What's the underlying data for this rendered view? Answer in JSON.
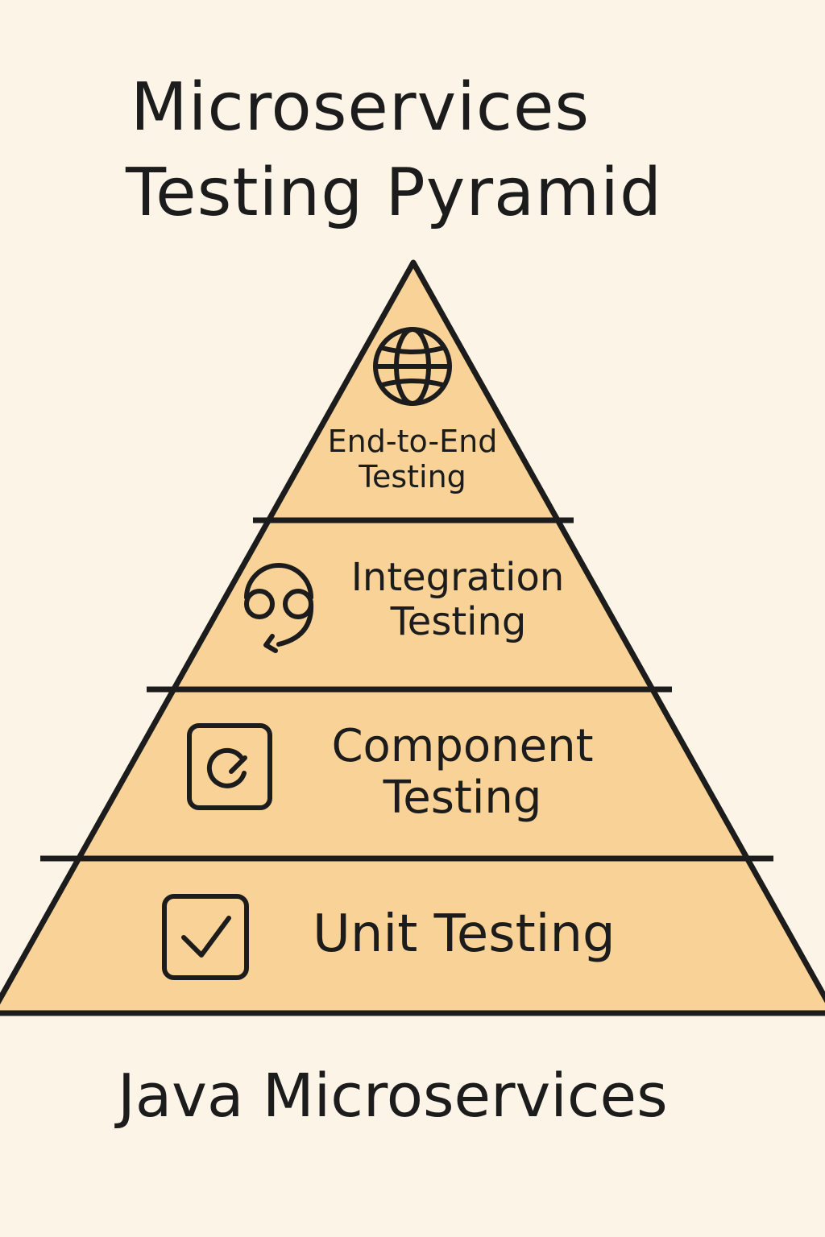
{
  "title": {
    "line1": "Microservices",
    "line2": "Testing Pyramid"
  },
  "layers": [
    {
      "label_line1": "End-to-End",
      "label_line2": "Testing",
      "icon": "globe-icon"
    },
    {
      "label_line1": "Integration",
      "label_line2": "Testing",
      "icon": "headset-sync-icon"
    },
    {
      "label_line1": "Component",
      "label_line2": "Testing",
      "icon": "component-box-icon"
    },
    {
      "label_line1": "Unit Testing",
      "icon": "checkbox-icon"
    }
  ],
  "footer": {
    "caption": "Java Microservices"
  },
  "colors": {
    "background": "#fdf4e8",
    "pyramid_fill": "#f8d296",
    "outline": "#1c1c1c"
  }
}
